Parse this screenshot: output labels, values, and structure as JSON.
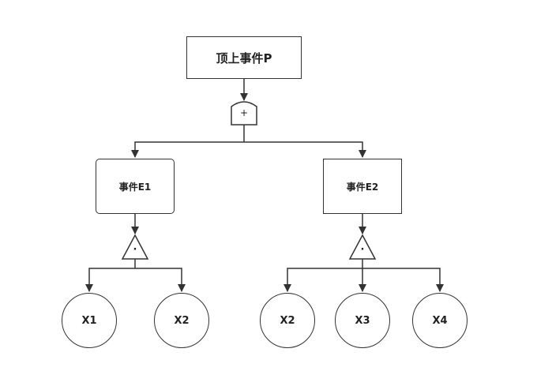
{
  "nodes": {
    "top_event": "顶上事件P",
    "event_e1": "事件E1",
    "event_e2": "事件E2",
    "basic_events": [
      "X1",
      "X2",
      "X2",
      "X3",
      "X4"
    ]
  },
  "gates": {
    "or_gate": "+",
    "and_gate_1": "·",
    "and_gate_2": "·"
  },
  "colors": {
    "stroke": "#333333",
    "fill": "#ffffff",
    "text": "#222222"
  }
}
